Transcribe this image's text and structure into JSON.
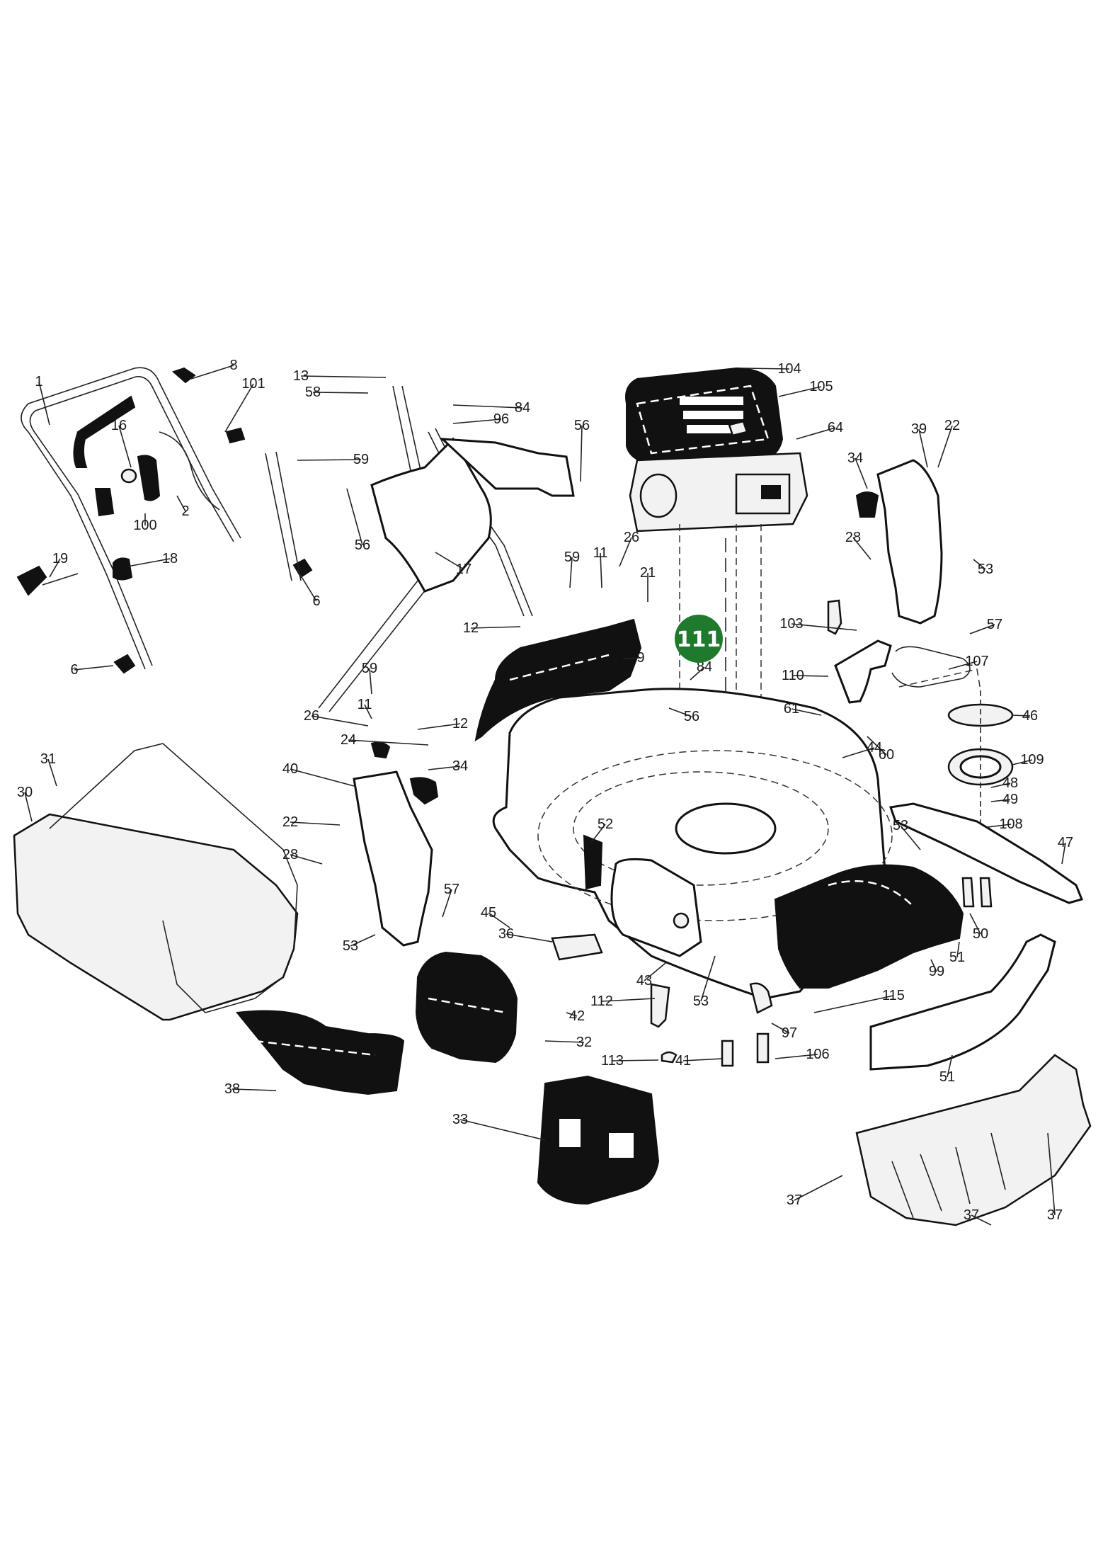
{
  "highlight": {
    "label": "111",
    "color": "#1f7a2e"
  },
  "callouts": [
    {
      "text": "1"
    },
    {
      "text": "8"
    },
    {
      "text": "101"
    },
    {
      "text": "16"
    },
    {
      "text": "2"
    },
    {
      "text": "100"
    },
    {
      "text": "19"
    },
    {
      "text": "18"
    },
    {
      "text": "6"
    },
    {
      "text": "6"
    },
    {
      "text": "13"
    },
    {
      "text": "58"
    },
    {
      "text": "59"
    },
    {
      "text": "84"
    },
    {
      "text": "96"
    },
    {
      "text": "56"
    },
    {
      "text": "56"
    },
    {
      "text": "17"
    },
    {
      "text": "104"
    },
    {
      "text": "105"
    },
    {
      "text": "64"
    },
    {
      "text": "39"
    },
    {
      "text": "22"
    },
    {
      "text": "34"
    },
    {
      "text": "28"
    },
    {
      "text": "53"
    },
    {
      "text": "57"
    },
    {
      "text": "26"
    },
    {
      "text": "11"
    },
    {
      "text": "59"
    },
    {
      "text": "21"
    },
    {
      "text": "12"
    },
    {
      "text": "9"
    },
    {
      "text": "84"
    },
    {
      "text": "56"
    },
    {
      "text": "103"
    },
    {
      "text": "110"
    },
    {
      "text": "107"
    },
    {
      "text": "61"
    },
    {
      "text": "60"
    },
    {
      "text": "46"
    },
    {
      "text": "109"
    },
    {
      "text": "48"
    },
    {
      "text": "49"
    },
    {
      "text": "108"
    },
    {
      "text": "59"
    },
    {
      "text": "11"
    },
    {
      "text": "26"
    },
    {
      "text": "24"
    },
    {
      "text": "12"
    },
    {
      "text": "34"
    },
    {
      "text": "40"
    },
    {
      "text": "31"
    },
    {
      "text": "30"
    },
    {
      "text": "22"
    },
    {
      "text": "28"
    },
    {
      "text": "53"
    },
    {
      "text": "57"
    },
    {
      "text": "52"
    },
    {
      "text": "44"
    },
    {
      "text": "53"
    },
    {
      "text": "47"
    },
    {
      "text": "50"
    },
    {
      "text": "45"
    },
    {
      "text": "36"
    },
    {
      "text": "43"
    },
    {
      "text": "42"
    },
    {
      "text": "112"
    },
    {
      "text": "53"
    },
    {
      "text": "99"
    },
    {
      "text": "51"
    },
    {
      "text": "115"
    },
    {
      "text": "97"
    },
    {
      "text": "32"
    },
    {
      "text": "38"
    },
    {
      "text": "113"
    },
    {
      "text": "41"
    },
    {
      "text": "106"
    },
    {
      "text": "51"
    },
    {
      "text": "33"
    },
    {
      "text": "37"
    },
    {
      "text": "37"
    },
    {
      "text": "37"
    }
  ]
}
